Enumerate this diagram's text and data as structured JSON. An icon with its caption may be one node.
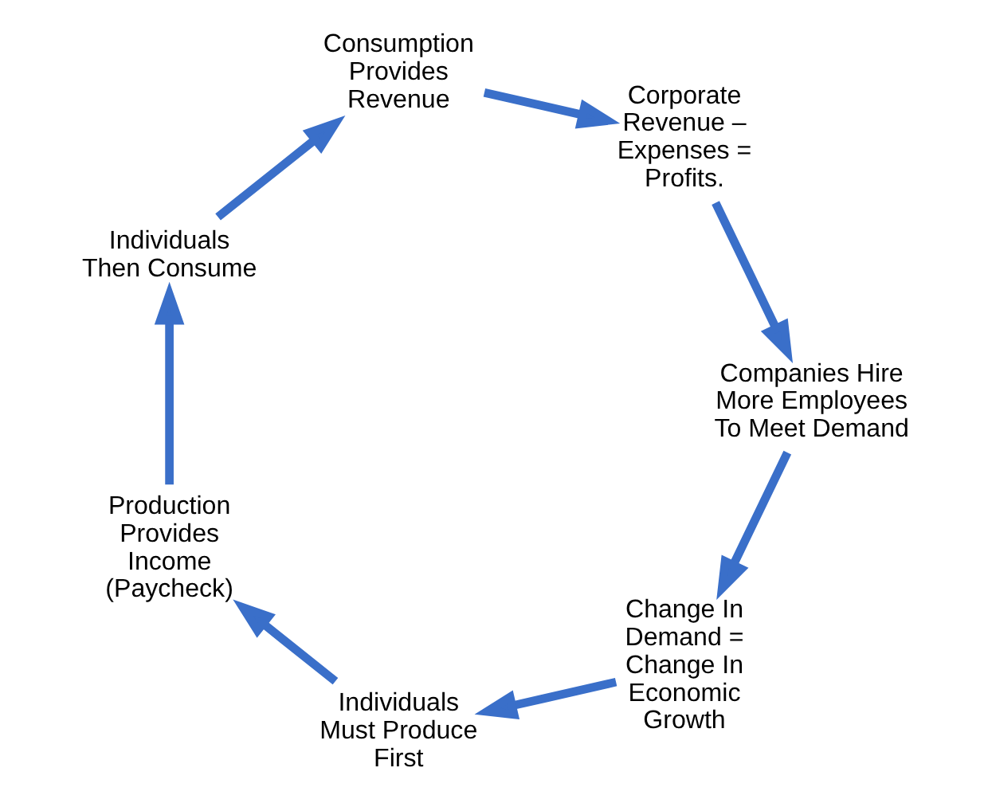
{
  "diagram": {
    "nodes": [
      {
        "text": [
          "Change In Demand = Change In Economic Growth"
        ]
      },
      {
        "text": [
          "Individuals Must Produce First"
        ]
      },
      {
        "text": [
          "Production Provides Income (Paycheck)"
        ]
      },
      {
        "text": [
          "Individuals Then Consume"
        ]
      },
      {
        "text": [
          "Consumption Provides Revenue"
        ]
      },
      {
        "text": [
          "Corporate Revenue – Expenses = Profits."
        ]
      },
      {
        "text": [
          "Companies Hire More Employees To Meet Demand"
        ]
      }
    ],
    "edges": [
      {
        "from": 0,
        "to": 1,
        "arrow": "to"
      },
      {
        "from": 1,
        "to": 2,
        "arrow": "to"
      },
      {
        "from": 2,
        "to": 3,
        "arrow": "to"
      },
      {
        "from": 3,
        "to": 4,
        "arrow": "to"
      },
      {
        "from": 4,
        "to": 5,
        "arrow": "to"
      },
      {
        "from": 5,
        "to": 6,
        "arrow": "to"
      },
      {
        "from": 6,
        "to": 0,
        "arrow": "to"
      }
    ]
  }
}
